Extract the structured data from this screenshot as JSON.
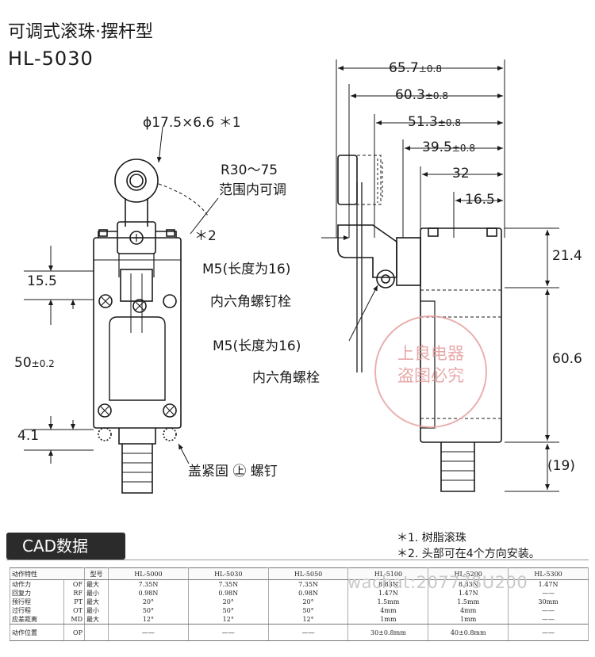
{
  "title": {
    "line1": "可调式滚珠·摆杆型",
    "line2": "HL-5030"
  },
  "labels": {
    "roller_dim": "ϕ17.5×6.6 ＊1",
    "radius_line1": "R30～75",
    "radius_line2": "范围内可调",
    "note_star2": "＊2",
    "bolt1_line1": "M5(长度为16)",
    "bolt1_line2": "内六角螺钉栓",
    "bolt2_line1": "M5(长度为16)",
    "bolt2_line2": "内六角螺栓",
    "cover_screw": "盖紧固 ㊤ 螺钉"
  },
  "dims": {
    "d15_5": "15.5",
    "d50": "50",
    "d50_tol": "±0.2",
    "d4_1": "4.1",
    "d65_7": "65.7",
    "d60_3": "60.3",
    "d51_3": "51.3",
    "d39_5": "39.5",
    "tol08": "±0.8",
    "d32": "32",
    "d16_5": "16.5",
    "d21_4": "21.4",
    "d60_6": "60.6",
    "d19": "(19)"
  },
  "stamp": {
    "line1": "上良电器",
    "line2": "盗图必究"
  },
  "cad": {
    "banner": "CAD数据",
    "note1": "＊1. 树脂滚珠",
    "note2": "＊2. 头部可在4个方向安装。"
  },
  "watermark": "wachat:207778U200",
  "table": {
    "header": {
      "col1": "动作特性",
      "col2": "型号",
      "models": [
        "HL-5000",
        "HL-5030",
        "HL-5050",
        "HL-5100",
        "HL-5200",
        "HL-5300"
      ]
    },
    "rows": [
      {
        "name": "动作力",
        "code": "OF",
        "cond": "最大",
        "values": [
          "7.35N",
          "7.35N",
          "7.35N",
          "8.83N",
          "8.83N",
          "1.47N"
        ]
      },
      {
        "name": "回复力",
        "code": "RF",
        "cond": "最小",
        "values": [
          "0.98N",
          "0.98N",
          "0.98N",
          "1.47N",
          "1.47N",
          "——"
        ]
      },
      {
        "name": "预行程",
        "code": "PT",
        "cond": "最大",
        "values": [
          "20°",
          "20°",
          "20°",
          "1.5mm",
          "1.5mm",
          "30mm"
        ]
      },
      {
        "name": "过行程",
        "code": "OT",
        "cond": "最小",
        "values": [
          "50°",
          "50°",
          "50°",
          "4mm",
          "4mm",
          "——"
        ]
      },
      {
        "name": "应差距离",
        "code": "MD",
        "cond": "最大",
        "values": [
          "12°",
          "12°",
          "12°",
          "1mm",
          "1mm",
          "——"
        ]
      }
    ],
    "op_row": {
      "name": "动作位置",
      "code": "OP",
      "values": [
        "——",
        "——",
        "——",
        "30±0.8mm",
        "40±0.8mm",
        "——"
      ]
    }
  }
}
